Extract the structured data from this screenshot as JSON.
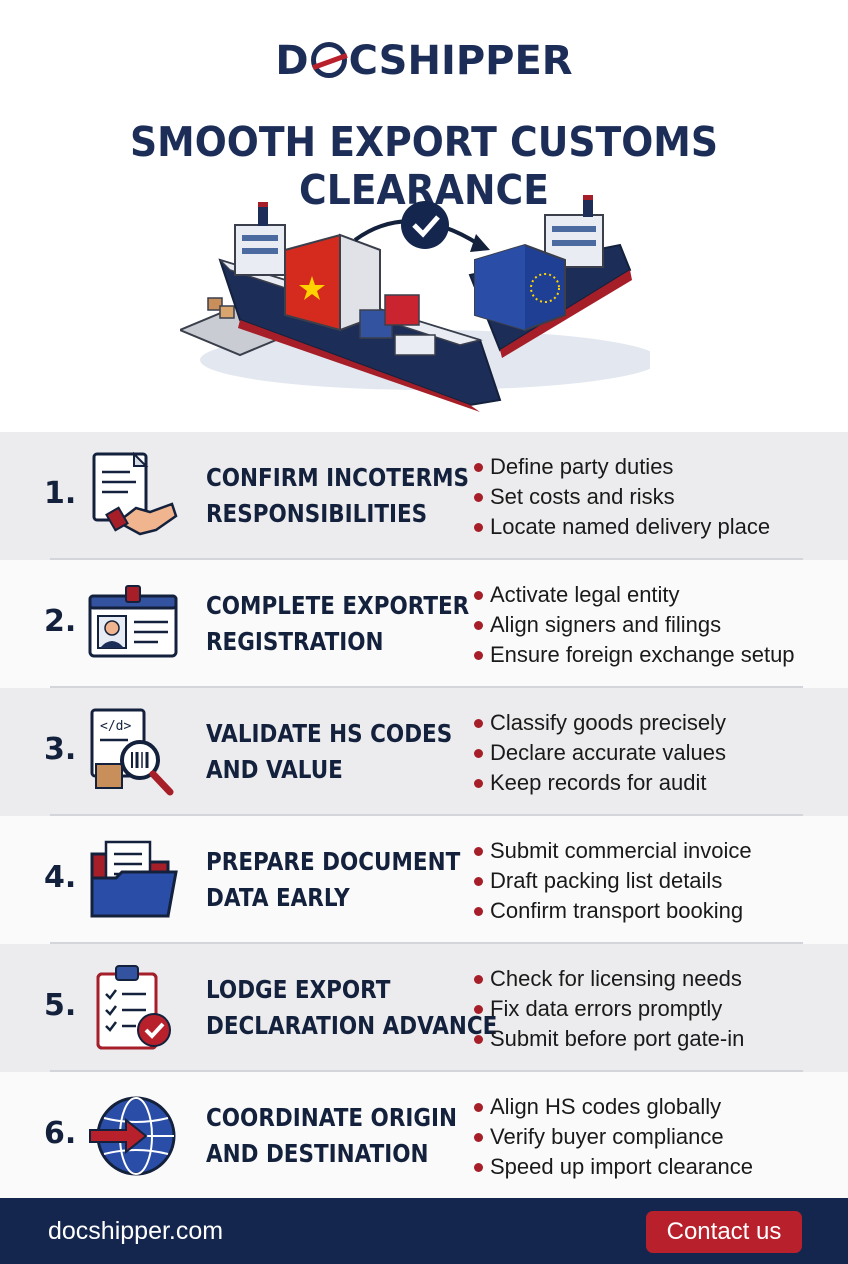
{
  "brand": {
    "logo_left": "D",
    "logo_right": "CSHIPPER"
  },
  "title": "SMOOTH EXPORT CUSTOMS CLEARANCE",
  "colors": {
    "navy": "#14264d",
    "red": "#b8202c",
    "shade": "#ececee"
  },
  "steps": [
    {
      "number": "1.",
      "title_line1": "CONFIRM INCOTERMS",
      "title_line2": "RESPONSIBILITIES",
      "icon": "handshake-document-icon",
      "bullets": [
        "Define party duties",
        "Set costs and risks",
        "Locate named delivery place"
      ]
    },
    {
      "number": "2.",
      "title_line1": "COMPLETE EXPORTER",
      "title_line2": "REGISTRATION",
      "icon": "id-card-icon",
      "bullets": [
        "Activate legal entity",
        "Align signers and filings",
        "Ensure foreign exchange setup"
      ]
    },
    {
      "number": "3.",
      "title_line1": "VALIDATE HS CODES",
      "title_line2": "AND VALUE",
      "icon": "barcode-magnifier-icon",
      "bullets": [
        "Classify goods precisely",
        "Declare accurate values",
        "Keep records for audit"
      ]
    },
    {
      "number": "4.",
      "title_line1": "PREPARE DOCUMENT",
      "title_line2": "DATA EARLY",
      "icon": "folder-icon",
      "bullets": [
        "Submit commercial invoice",
        "Draft packing list details",
        "Confirm transport booking"
      ]
    },
    {
      "number": "5.",
      "title_line1": "LODGE EXPORT",
      "title_line2": "DECLARATION ADVANCE",
      "icon": "clipboard-check-icon",
      "bullets": [
        "Check for licensing needs",
        "Fix data errors promptly",
        "Submit before port gate-in"
      ]
    },
    {
      "number": "6.",
      "title_line1": "COORDINATE ORIGIN",
      "title_line2": "AND DESTINATION",
      "icon": "globe-arrow-icon",
      "bullets": [
        "Align HS codes globally",
        "Verify buyer compliance",
        "Speed up import clearance"
      ]
    }
  ],
  "footer": {
    "website": "docshipper.com",
    "contact_label": "Contact us"
  }
}
